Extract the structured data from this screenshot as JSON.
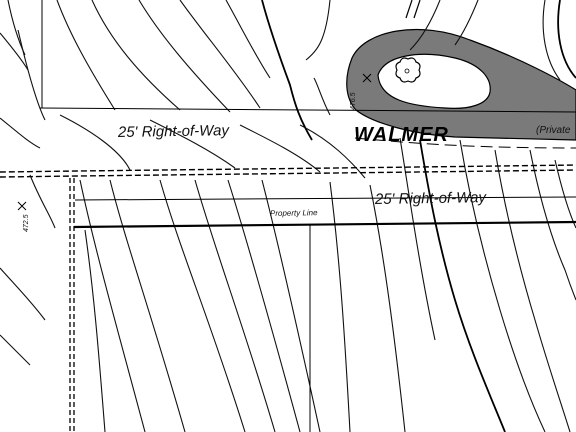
{
  "map": {
    "street_label": "WALMER",
    "private_label": "(Private",
    "row_label_upper": "25' Right-of-Way",
    "row_label_lower": "25' Right-of-Way",
    "property_line_label": "Property Line",
    "spot_elevations": [
      "472.5",
      "476.5"
    ],
    "colors": {
      "background": "#ffffff",
      "ink": "#000000",
      "paved_area": "#7a7a7a"
    },
    "icons": [
      "tree-symbol",
      "spot-elevation-x"
    ]
  }
}
